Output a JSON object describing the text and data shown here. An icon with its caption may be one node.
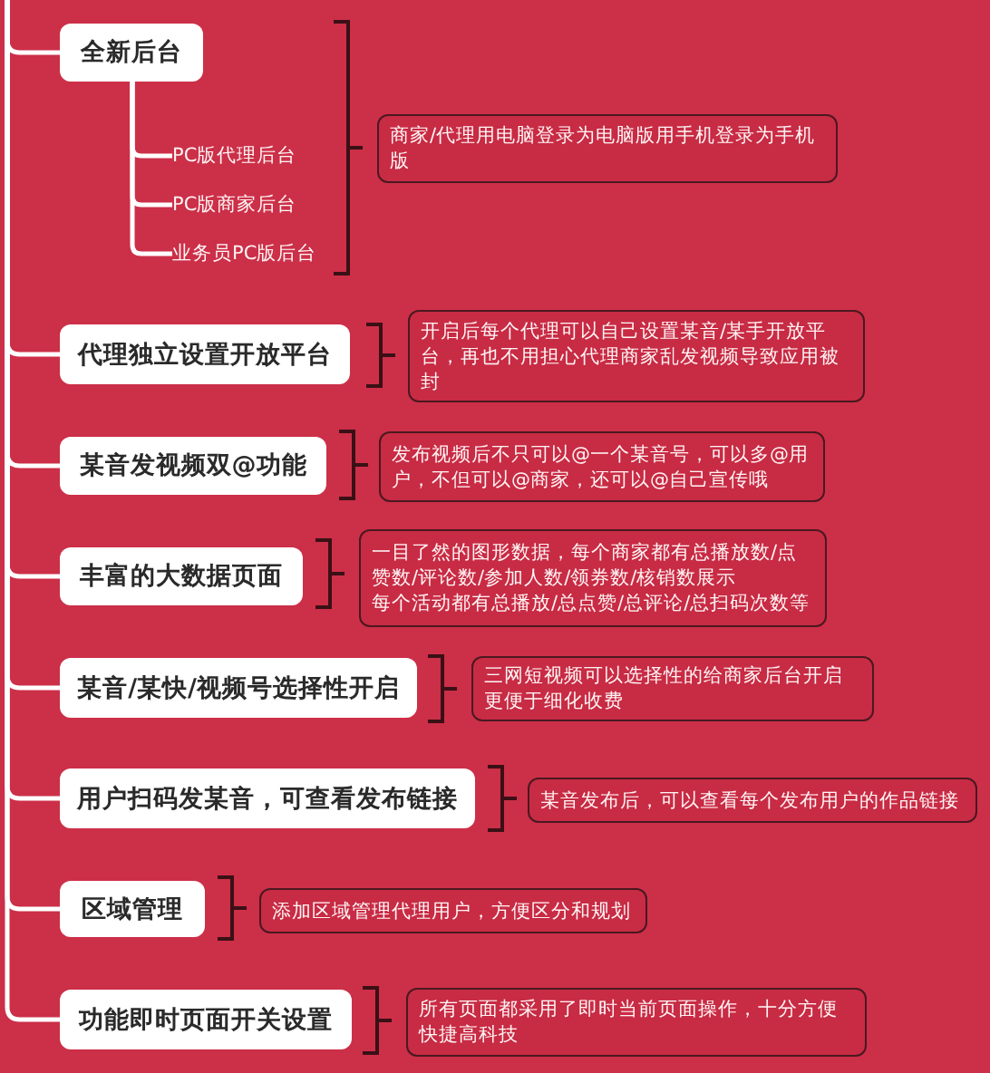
{
  "diagram": {
    "nodes": [
      {
        "text": [
          "全新后台"
        ]
      },
      {
        "text": [
          "PC版代理后台"
        ]
      },
      {
        "text": [
          "PC版商家后台"
        ]
      },
      {
        "text": [
          "业务员PC版后台"
        ]
      },
      {
        "text": [
          "商家/代理用电脑登录为电脑版用手机登录为手机版"
        ]
      },
      {
        "text": [
          "代理独立设置开放平台"
        ]
      },
      {
        "text": [
          "开启后每个代理可以自己设置某音/某手开放平台，再也不用担心代理商家乱发视频导致应用被封"
        ]
      },
      {
        "text": [
          "某音发视频双@功能"
        ]
      },
      {
        "text": [
          "发布视频后不只可以@一个某音号，可以多@用户，不但可以@商家，还可以@自己宣传哦"
        ]
      },
      {
        "text": [
          "丰富的大数据页面"
        ]
      },
      {
        "text": [
          "一目了然的图形数据，每个商家都有总播放数/点赞数/评论数/参加人数/领券数/核销数展示",
          "每个活动都有总播放/总点赞/总评论/总扫码次数等"
        ]
      },
      {
        "text": [
          "某音/某快/视频号选择性开启"
        ]
      },
      {
        "text": [
          "三网短视频可以选择性的给商家后台开启",
          "更便于细化收费"
        ]
      },
      {
        "text": [
          "用户扫码发某音，可查看发布链接"
        ]
      },
      {
        "text": [
          "某音发布后，可以查看每个发布用户的作品链接"
        ]
      },
      {
        "text": [
          "区域管理"
        ]
      },
      {
        "text": [
          "添加区域管理代理用户，方便区分和规划"
        ]
      },
      {
        "text": [
          "功能即时页面开关设置"
        ]
      },
      {
        "text": [
          "所有页面都采用了即时当前页面操作，十分方便快捷高科技"
        ]
      }
    ],
    "edges": [
      {
        "from": null,
        "to": 0,
        "arrow": "none"
      },
      {
        "from": null,
        "to": 5,
        "arrow": "none"
      },
      {
        "from": null,
        "to": 7,
        "arrow": "none"
      },
      {
        "from": null,
        "to": 9,
        "arrow": "none"
      },
      {
        "from": null,
        "to": 11,
        "arrow": "none"
      },
      {
        "from": null,
        "to": 13,
        "arrow": "none"
      },
      {
        "from": null,
        "to": 15,
        "arrow": "none"
      },
      {
        "from": null,
        "to": 17,
        "arrow": "none"
      },
      {
        "from": 0,
        "to": 1,
        "arrow": "none"
      },
      {
        "from": 0,
        "to": 2,
        "arrow": "none"
      },
      {
        "from": 0,
        "to": 3,
        "arrow": "none"
      }
    ]
  }
}
